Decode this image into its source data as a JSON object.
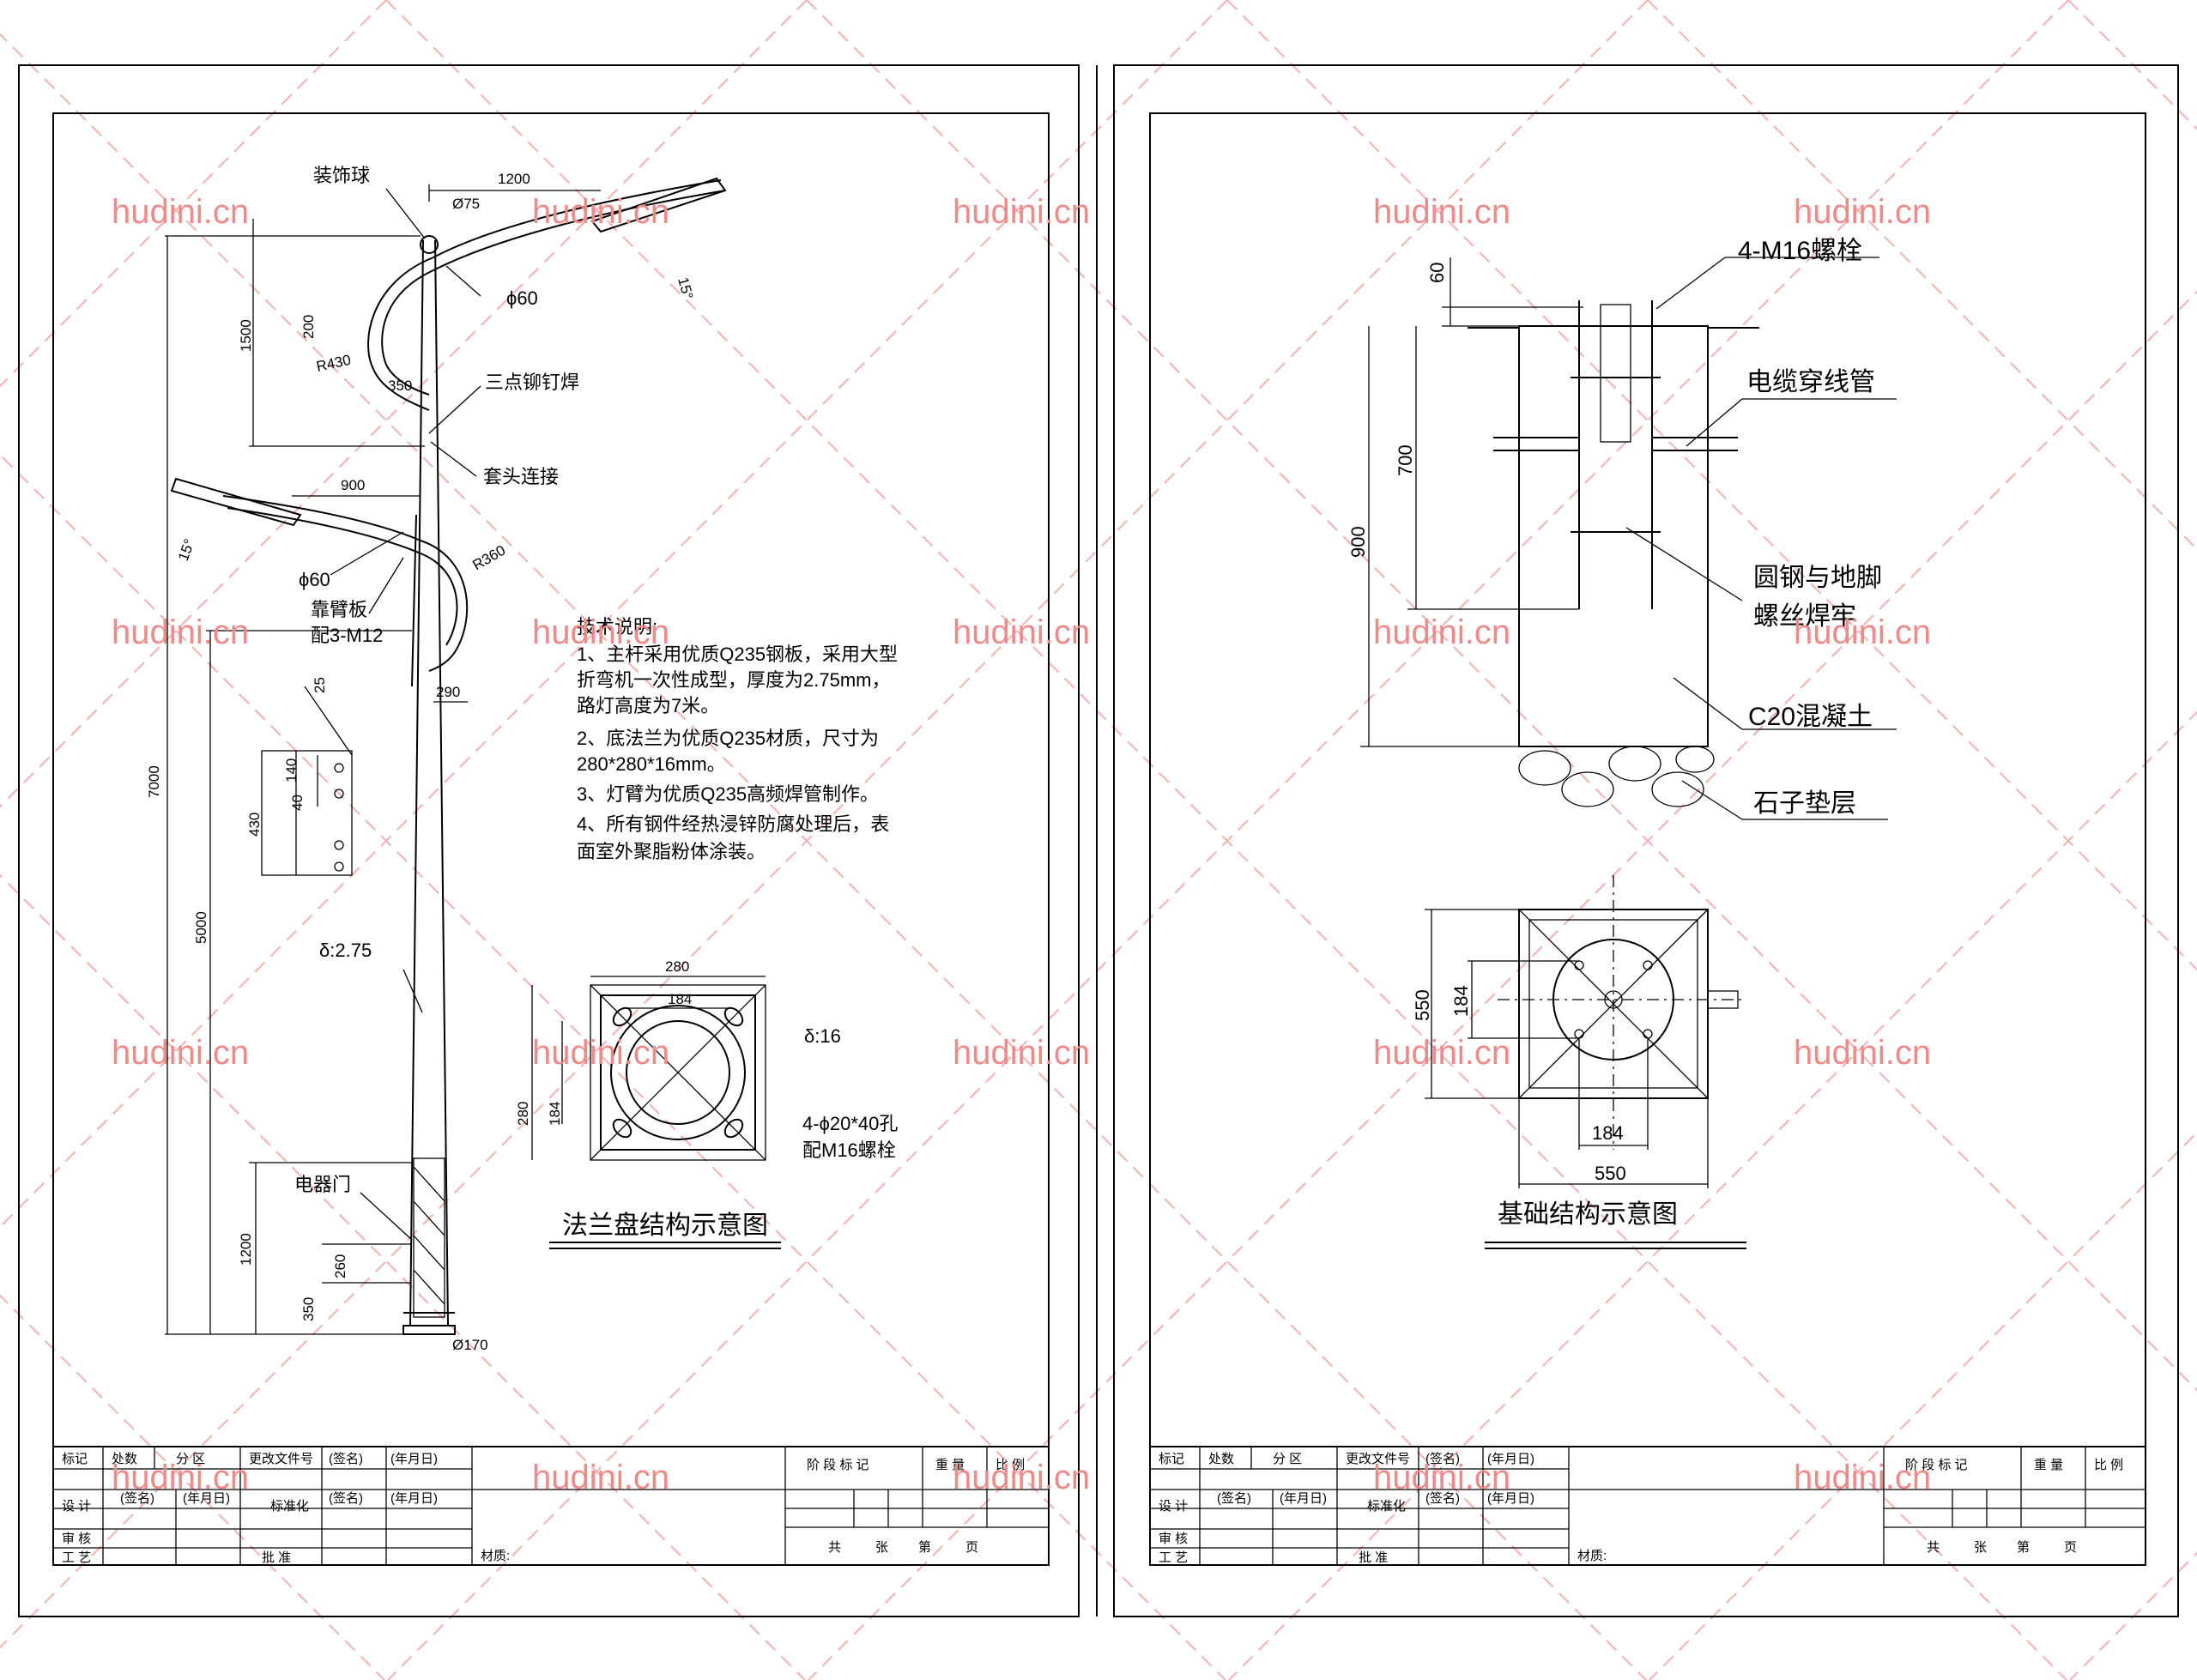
{
  "watermark": "hudini.cn",
  "sheet1": {
    "labels": {
      "ball": "装饰球",
      "weld3": "三点铆钉焊",
      "sleeve": "套头连接",
      "plate": "靠臂板",
      "plate_bolt": "配3-M12",
      "door": "电器门",
      "thickness": "δ:2.75",
      "phi60_a": "ϕ60",
      "phi60_b": "ϕ60"
    },
    "dims": {
      "d1200": "1200",
      "d75": "Ø75",
      "d15a": "15°",
      "d1500": "1500",
      "d200": "200",
      "r430": "R430",
      "d350a": "350",
      "d900": "900",
      "d15b": "15°",
      "r360": "R360",
      "d290": "290",
      "d25": "25",
      "d140": "140",
      "d40": "40",
      "d430": "430",
      "d7000": "7000",
      "d5000": "5000",
      "d1200b": "1200",
      "d260": "260",
      "d350b": "350",
      "d170": "Ø170"
    },
    "notes": {
      "title": "技术说明:",
      "lines": [
        "1、主杆采用优质Q235钢板，采用大型",
        "折弯机一次性成型，厚度为2.75mm，",
        "路灯高度为7米。",
        "2、底法兰为优质Q235材质，尺寸为",
        "280*280*16mm。",
        "3、灯臂为优质Q235高频焊管制作。",
        "4、所有钢件经热浸锌防腐处理后，表",
        "面室外聚脂粉体涂装。"
      ]
    },
    "flange": {
      "title": "法兰盘结构示意图",
      "d280a": "280",
      "d184a": "184",
      "d280b": "280",
      "d184b": "184",
      "thick": "δ:16",
      "holes": "4-ϕ20*40孔",
      "bolts": "配M16螺栓"
    }
  },
  "sheet2": {
    "labels": {
      "bolt": "4-M16螺栓",
      "cable": "电缆穿线管",
      "weld": "圆钢与地脚",
      "weld2": "螺丝焊牢",
      "concrete": "C20混凝土",
      "gravel": "石子垫层"
    },
    "dims": {
      "d60": "60",
      "d700": "700",
      "d900": "900",
      "d550a": "550",
      "d184a": "184",
      "d184b": "184",
      "d550b": "550"
    },
    "title": "基础结构示意图"
  },
  "title_block": {
    "row1": [
      "标记",
      "处数",
      "分 区",
      "更改文件号",
      "(签名)",
      "(年月日)"
    ],
    "row2a": [
      "设 计",
      "(签名)",
      "(年月日)",
      "标准化",
      "(签名)",
      "(年月日)"
    ],
    "row3": [
      "审 核"
    ],
    "row4": [
      "工 艺",
      "批 准"
    ],
    "stage": [
      "阶 段 标 记",
      "重 量",
      "比 例"
    ],
    "count": [
      "共",
      "张",
      "第",
      "页"
    ],
    "material": "材质:"
  }
}
